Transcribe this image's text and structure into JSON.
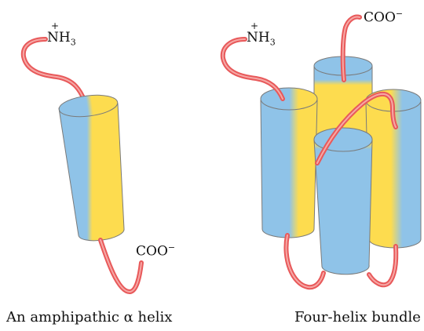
{
  "panels": {
    "left": {
      "caption": "An amphipathic α helix",
      "n_terminus": {
        "plus": "+",
        "base": "NH",
        "sub": "3"
      },
      "c_terminus": {
        "base": "COO",
        "sup": "−"
      }
    },
    "right": {
      "caption": "Four-helix bundle",
      "n_terminus": {
        "plus": "+",
        "base": "NH",
        "sub": "3"
      },
      "c_terminus": {
        "base": "COO",
        "sup": "−"
      }
    }
  },
  "colors": {
    "hydrophilic_face": "#8fc3e8",
    "hydrophobic_face": "#fddc4f",
    "chain": "#e8595a",
    "chain_highlight": "#f6a8a6",
    "outline": "#7a7a7a"
  }
}
